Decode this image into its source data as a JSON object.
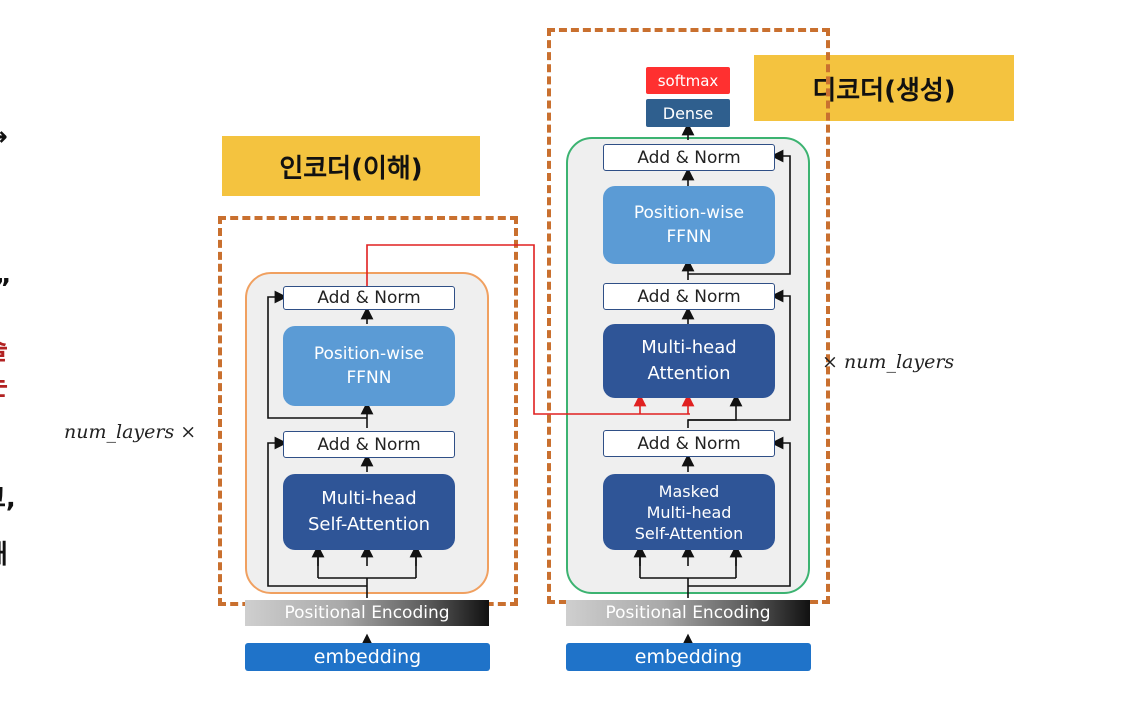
{
  "left_fragments": {
    "frag_1": "→",
    "frag_2": "”",
    "frag_3": "술",
    "frag_4": "는",
    "frag_5": "고,",
    "frag_6": "해"
  },
  "encoder": {
    "label": "인코더(이해)",
    "add_norm_top": "Add & Norm",
    "ffnn": "Position-wise\nFFNN",
    "add_norm_bottom": "Add & Norm",
    "attention": "Multi-head\nSelf-Attention",
    "num_layers": "num_layers ×",
    "positional_encoding": "Positional Encoding",
    "embedding": "embedding"
  },
  "decoder": {
    "label": "디코더(생성)",
    "softmax": "softmax",
    "dense": "Dense",
    "add_norm_top": "Add & Norm",
    "ffnn": "Position-wise\nFFNN",
    "add_norm_mid": "Add & Norm",
    "attention": "Multi-head\nAttention",
    "add_norm_bottom": "Add & Norm",
    "masked_attention": "Masked\nMulti-head\nSelf-Attention",
    "num_layers": "× num_layers",
    "positional_encoding": "Positional Encoding",
    "embedding": "embedding"
  },
  "colors": {
    "dashed_frame": "#c9702f",
    "label_bg": "#f4c33f",
    "encoder_border": "#f0a060",
    "decoder_border": "#3cb371",
    "ffnn": "#5b9bd5",
    "attention": "#2f5597",
    "cross_connection": "#e02020",
    "fragment_red": "#b22222"
  }
}
